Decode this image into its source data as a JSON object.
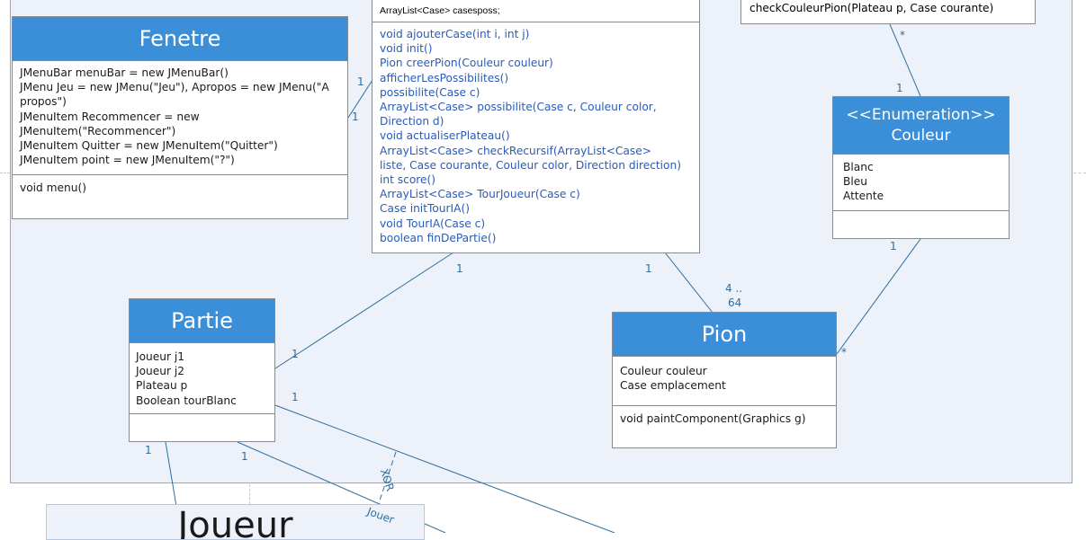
{
  "classes": {
    "fenetre": {
      "name": "Fenetre",
      "attributes": [
        "JMenuBar menuBar = new JMenuBar()",
        "JMenu Jeu = new JMenu(\"Jeu\"), Apropos = new JMenu(\"A propos\")",
        "JMenuItem Recommencer = new JMenuItem(\"Recommencer\")",
        "JMenuItem Quitter = new JMenuItem(\"Quitter\")",
        "JMenuItem point = new JMenuItem(\"?\")"
      ],
      "operations": [
        "void menu()"
      ]
    },
    "plateau": {
      "attributes_partial": [
        "ArrayList<Case> casesposs;"
      ],
      "operations": [
        "void ajouterCase(int i, int j)",
        "void init()",
        "Pion creerPion(Couleur couleur)",
        "afficherLesPossibilites()",
        "possibilite(Case c)",
        "ArrayList<Case> possibilite(Case c,  Couleur color, Direction d)",
        "void actualiserPlateau()",
        "ArrayList<Case> checkRecursif(ArrayList<Case> liste, Case courante, Couleur color, Direction direction)",
        "int score()",
        "ArrayList<Case> TourJoueur(Case c)",
        "Case initTourIA()",
        "void TourIA(Case c)",
        "boolean finDePartie()"
      ]
    },
    "topright": {
      "operations_partial": [
        "checkCouleurPion(Plateau p, Case courante)"
      ]
    },
    "couleur": {
      "stereotype": "<<Enumeration>>",
      "name": "Couleur",
      "literals": [
        "Blanc",
        "Bleu",
        "Attente"
      ]
    },
    "partie": {
      "name": "Partie",
      "attributes": [
        "Joueur j1",
        "Joueur j2",
        "Plateau p",
        "Boolean tourBlanc"
      ]
    },
    "pion": {
      "name": "Pion",
      "attributes": [
        "Couleur couleur",
        "Case emplacement"
      ],
      "operations": [
        "void paintComponent(Graphics g)"
      ]
    },
    "joueur": {
      "name": "Joueur"
    }
  },
  "associations": {
    "fenetre_plateau": {
      "end_a": "1",
      "end_b": "1"
    },
    "topright_couleur": {
      "end_a": "*",
      "end_b": "1"
    },
    "plateau_partie": {
      "end_a": "1",
      "end_b": "1"
    },
    "plateau_pion": {
      "end_a": "1",
      "end_b": "4 ..",
      "end_b2": "64"
    },
    "couleur_pion": {
      "end_a": "1",
      "end_b": "*"
    },
    "partie_joueur_a": {
      "end_a": "1"
    },
    "partie_joueur_b": {
      "end_a": "1",
      "role": "Jouer"
    },
    "partie_right": {
      "end_a": "1"
    },
    "constraint": "XOR"
  },
  "colors": {
    "header": "#3a8fd8",
    "package_fill": "#edf1fa",
    "line": "#2f6f9d",
    "operation_text": "#2a5bb7"
  }
}
